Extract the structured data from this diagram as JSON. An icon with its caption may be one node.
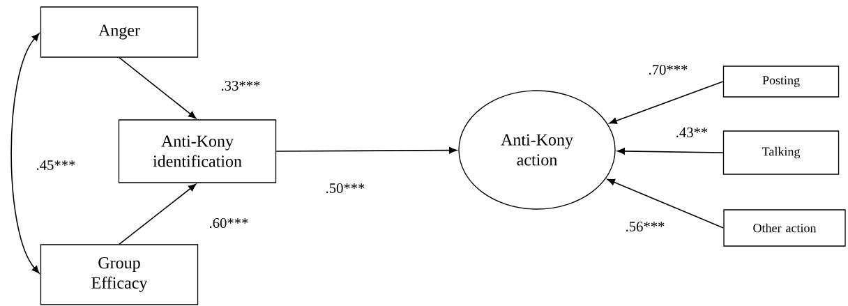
{
  "diagram": {
    "nodes": [
      {
        "text": [
          "Anger"
        ]
      },
      {
        "text": [
          "Anti-Kony identification"
        ]
      },
      {
        "text": [
          "Group Efficacy"
        ]
      },
      {
        "text": [
          "Anti-Kony action"
        ]
      },
      {
        "text": [
          "Posting"
        ]
      },
      {
        "text": [
          "Talking"
        ]
      },
      {
        "text": [
          "Other action"
        ]
      }
    ],
    "edges": [
      {
        "from": 0,
        "to": 1,
        "arrow": "to",
        "label": ".33***"
      },
      {
        "from": 2,
        "to": 1,
        "arrow": "to",
        "label": ".60***"
      },
      {
        "from": 0,
        "to": 2,
        "arrow": "both",
        "label": ".45***"
      },
      {
        "from": 1,
        "to": 3,
        "arrow": "to",
        "label": ".50***"
      },
      {
        "from": 4,
        "to": 3,
        "arrow": "to",
        "label": ".70***"
      },
      {
        "from": 5,
        "to": 3,
        "arrow": "to",
        "label": ".43**"
      },
      {
        "from": 6,
        "to": 3,
        "arrow": "to",
        "label": ".56***"
      }
    ]
  }
}
